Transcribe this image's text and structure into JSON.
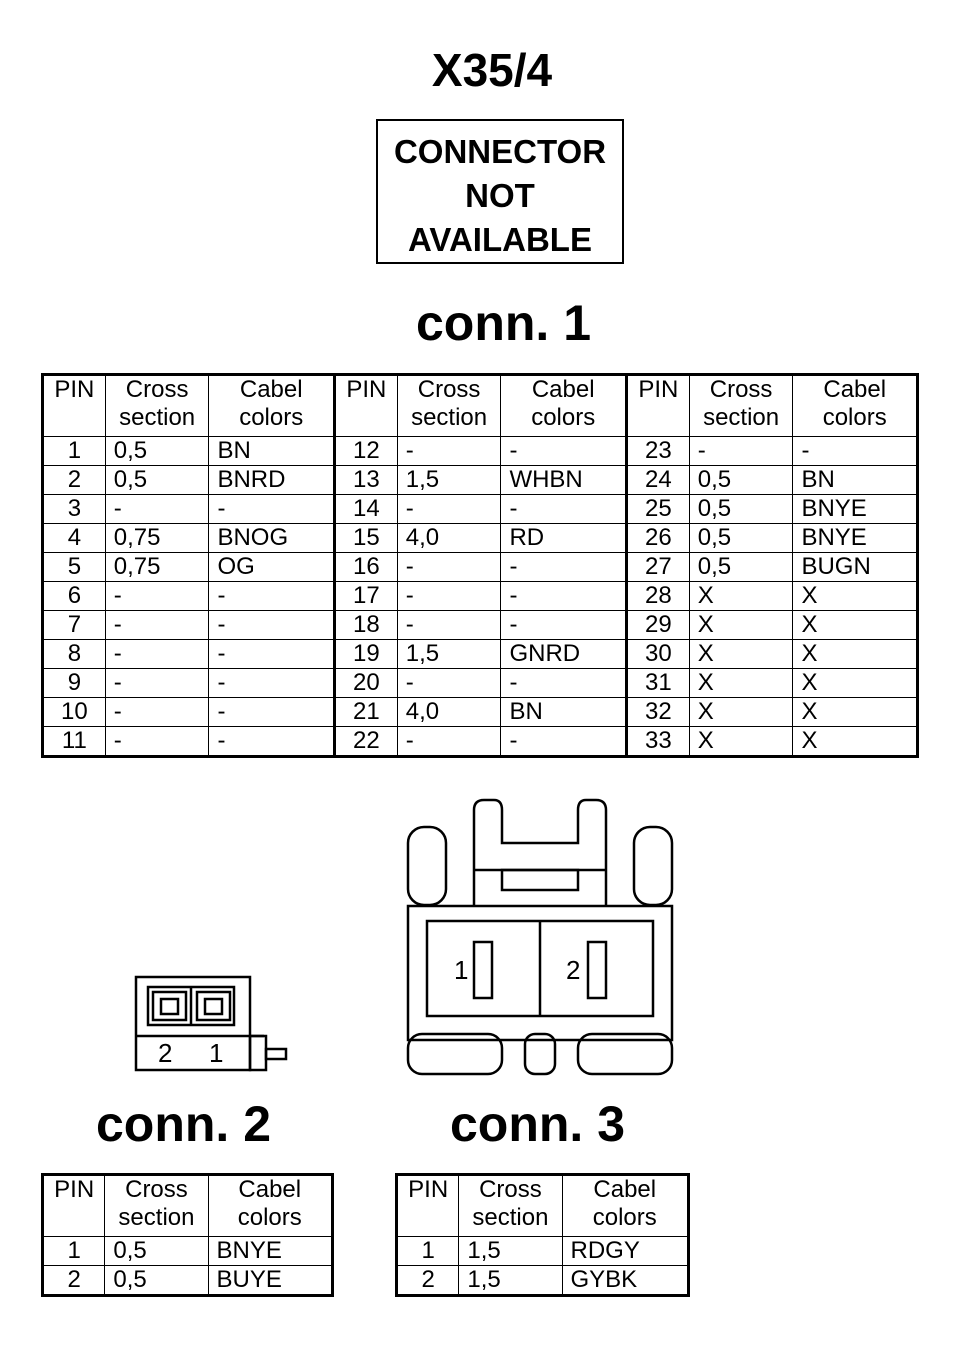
{
  "title": "X35/4",
  "notice": {
    "line1": "CONNECTOR",
    "line2": "NOT",
    "line3": "AVAILABLE"
  },
  "conn1": {
    "title": "conn. 1",
    "headers": {
      "pin": "PIN",
      "cross_1": "Cross",
      "cross_2": "section",
      "color_1": "Cabel",
      "color_2": "colors"
    },
    "rows": [
      [
        [
          "1",
          "0,5",
          "BN"
        ],
        [
          "12",
          "-",
          "-"
        ],
        [
          "23",
          "-",
          "-"
        ]
      ],
      [
        [
          "2",
          "0,5",
          "BNRD"
        ],
        [
          "13",
          "1,5",
          "WHBN"
        ],
        [
          "24",
          "0,5",
          "BN"
        ]
      ],
      [
        [
          "3",
          "-",
          "-"
        ],
        [
          "14",
          "-",
          "-"
        ],
        [
          "25",
          "0,5",
          "BNYE"
        ]
      ],
      [
        [
          "4",
          "0,75",
          "BNOG"
        ],
        [
          "15",
          "4,0",
          "RD"
        ],
        [
          "26",
          "0,5",
          "BNYE"
        ]
      ],
      [
        [
          "5",
          "0,75",
          "OG"
        ],
        [
          "16",
          "-",
          "-"
        ],
        [
          "27",
          "0,5",
          "BUGN"
        ]
      ],
      [
        [
          "6",
          "-",
          "-"
        ],
        [
          "17",
          "-",
          "-"
        ],
        [
          "28",
          "X",
          "X"
        ]
      ],
      [
        [
          "7",
          "-",
          "-"
        ],
        [
          "18",
          "-",
          "-"
        ],
        [
          "29",
          "X",
          "X"
        ]
      ],
      [
        [
          "8",
          "-",
          "-"
        ],
        [
          "19",
          "1,5",
          "GNRD"
        ],
        [
          "30",
          "X",
          "X"
        ]
      ],
      [
        [
          "9",
          "-",
          "-"
        ],
        [
          "20",
          "-",
          "-"
        ],
        [
          "31",
          "X",
          "X"
        ]
      ],
      [
        [
          "10",
          "-",
          "-"
        ],
        [
          "21",
          "4,0",
          "BN"
        ],
        [
          "32",
          "X",
          "X"
        ]
      ],
      [
        [
          "11",
          "-",
          "-"
        ],
        [
          "22",
          "-",
          "-"
        ],
        [
          "33",
          "X",
          "X"
        ]
      ]
    ]
  },
  "conn2": {
    "title": "conn. 2",
    "pin_labels": [
      "2",
      "1"
    ],
    "headers": {
      "pin": "PIN",
      "cross_1": "Cross",
      "cross_2": "section",
      "color_1": "Cabel",
      "color_2": "colors"
    },
    "rows": [
      [
        "1",
        "0,5",
        "BNYE"
      ],
      [
        "2",
        "0,5",
        "BUYE"
      ]
    ]
  },
  "conn3": {
    "title": "conn. 3",
    "pin_labels": [
      "1",
      "2"
    ],
    "headers": {
      "pin": "PIN",
      "cross_1": "Cross",
      "cross_2": "section",
      "color_1": "Cabel",
      "color_2": "colors"
    },
    "rows": [
      [
        "1",
        "1,5",
        "RDGY"
      ],
      [
        "2",
        "1,5",
        "GYBK"
      ]
    ]
  }
}
